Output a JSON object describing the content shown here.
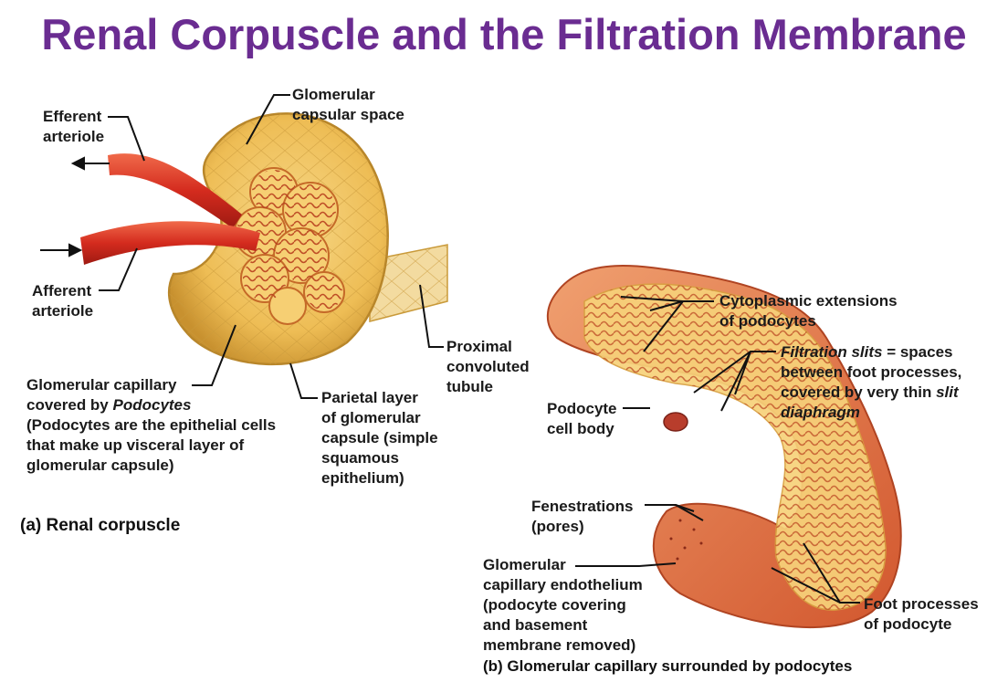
{
  "title": "Renal Corpuscle and the Filtration Membrane",
  "labels": {
    "efferent": [
      "Efferent",
      "arteriole"
    ],
    "afferent": [
      "Afferent",
      "arteriole"
    ],
    "capsular_space": [
      "Glomerular",
      "capsular space"
    ],
    "pct": [
      "Proximal",
      "convoluted",
      "tubule"
    ],
    "parietal": [
      "Parietal layer",
      "of glomerular",
      "capsule (simple",
      "squamous",
      "epithelium)"
    ],
    "glom_cap": {
      "line1": "Glomerular capillary",
      "line2_prefix": "covered by ",
      "line2_italic": "Podocytes",
      "line3": "(Podocytes are the epithelial cells",
      "line4": "that make up visceral layer of",
      "line5": "glomerular capsule)"
    },
    "cytoplasmic": [
      "Cytoplasmic extensions",
      "of podocytes"
    ],
    "filtration": {
      "italic1": "Filtration slits",
      "rest1": " = spaces",
      "line2": "between foot processes,",
      "line3_prefix": "covered by very thin ",
      "line3_italic": "slit",
      "line4_italic": "diaphragm"
    },
    "podocyte_body": [
      "Podocyte",
      "cell body"
    ],
    "fenestrations": [
      "Fenestrations",
      "(pores)"
    ],
    "endothelium": [
      "Glomerular",
      "capillary endothelium",
      "(podocyte covering",
      "and basement",
      "membrane removed)"
    ],
    "foot": [
      "Foot processes",
      "of podocyte"
    ]
  },
  "captions": {
    "a": "(a) Renal corpuscle",
    "b": "(b) Glomerular capillary surrounded by podocytes"
  },
  "colors": {
    "title": "#6a2c91",
    "vessel": "#d42b1e",
    "capsule": "#f0c25a",
    "capsule_edge": "#b8862a",
    "podocyte": "#f7d27a",
    "capillary": "#e86a3a"
  }
}
